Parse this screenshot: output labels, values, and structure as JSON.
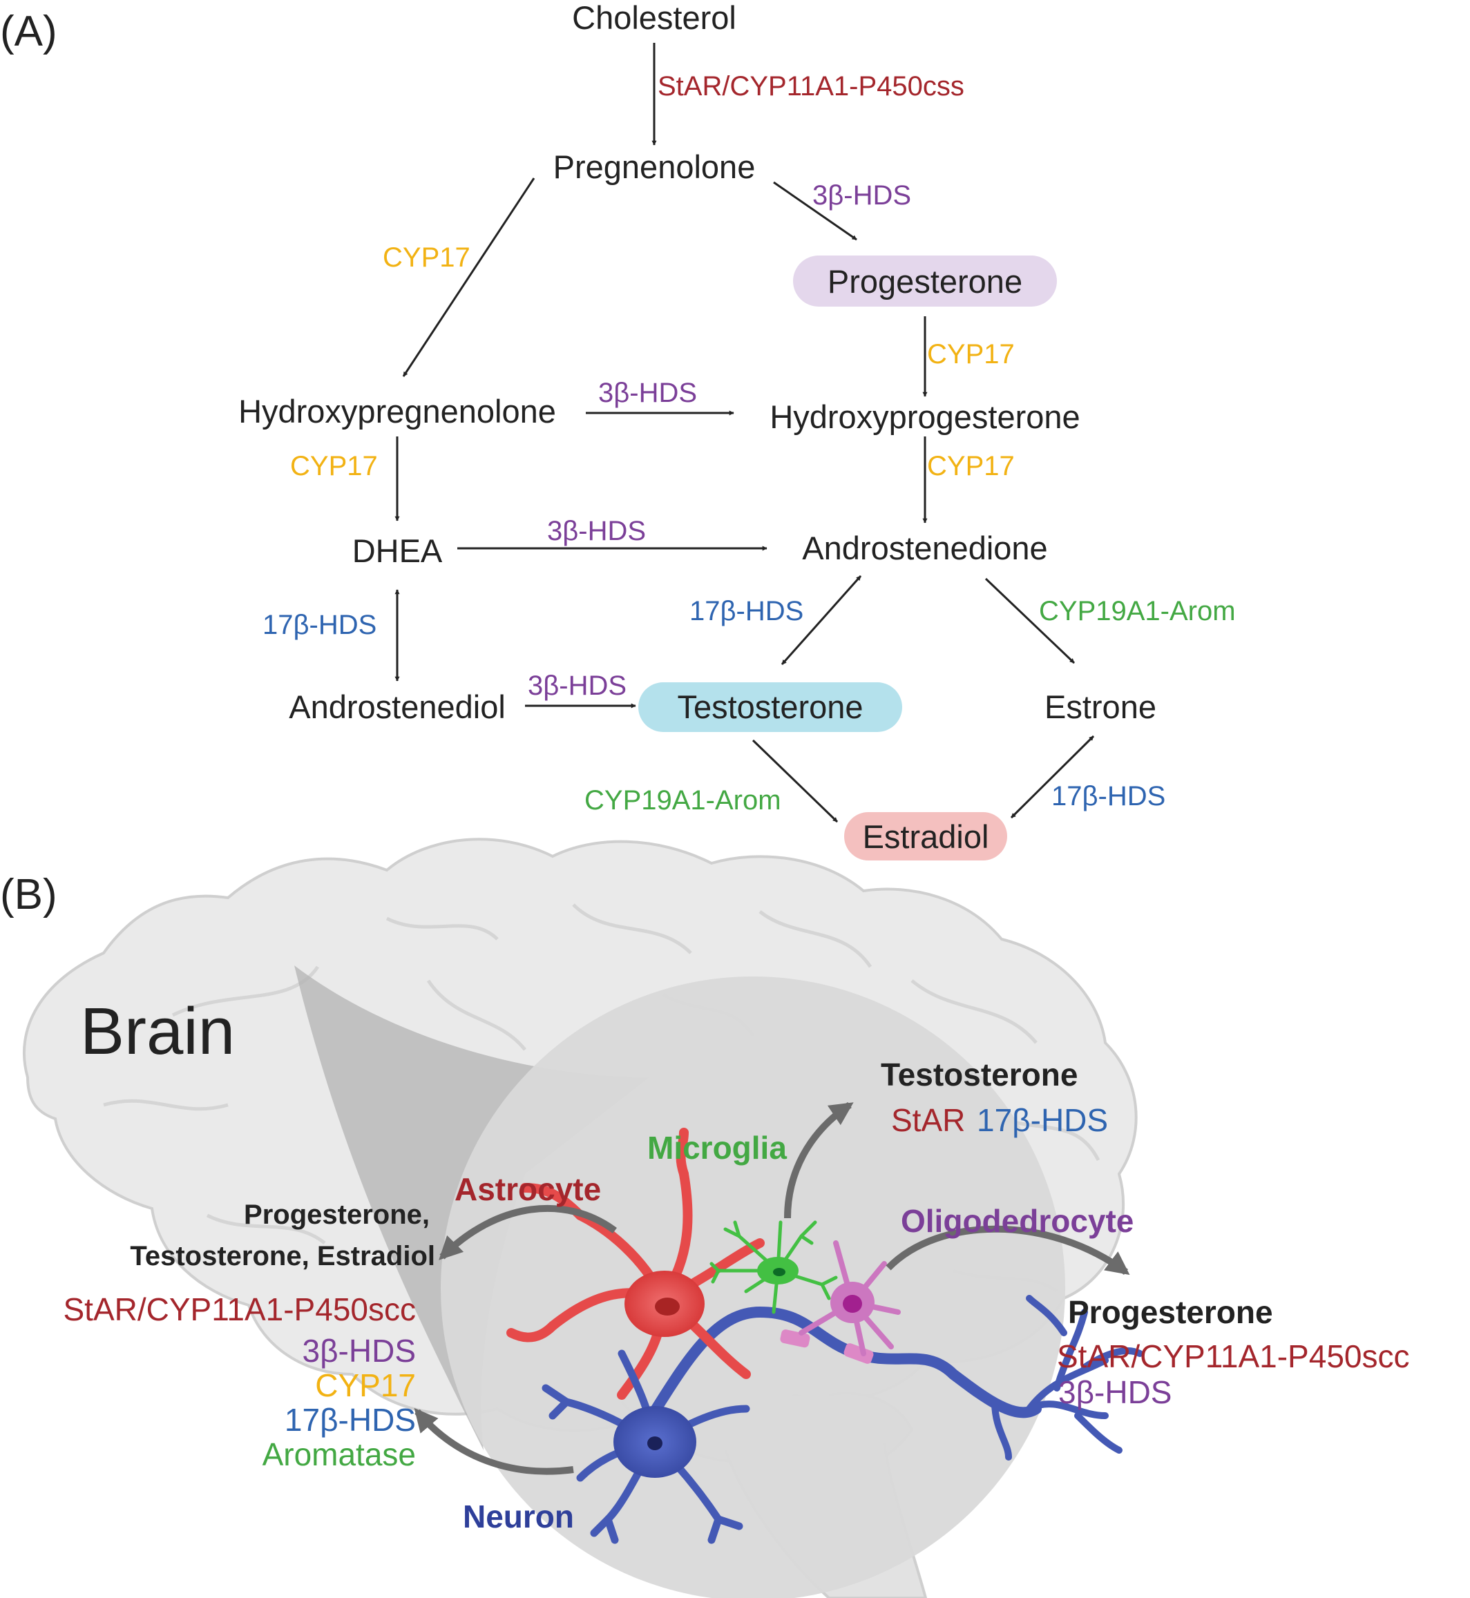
{
  "colors": {
    "text": "#222222",
    "stAR": "#a4262c",
    "hds3b": "#7b3f98",
    "cyp17": "#f2b213",
    "hds17b": "#2e64b0",
    "aromatase": "#43a843",
    "progesterone_bg": "#e4d7ec",
    "testosterone_bg": "#b4e1ec",
    "estradiol_bg": "#f4c0bf",
    "astrocyte": "#e64a4a",
    "microglia": "#43c043",
    "oligodendrocyte": "#cc77c0",
    "neuron": "#4459b5",
    "brain_fill": "#eaeaea",
    "brain_stroke": "#cfcfcf"
  },
  "panel_a": {
    "label": "(A)",
    "nodes": {
      "cholesterol": "Cholesterol",
      "pregnenolone": "Pregnenolone",
      "progesterone": "Progesterone",
      "hydroxypregnenolone": "Hydroxypregnenolone",
      "hydroxyprogesterone": "Hydroxyprogesterone",
      "dhea": "DHEA",
      "androstenedione": "Androstenedione",
      "androstenediol": "Androstenediol",
      "testosterone": "Testosterone",
      "estrone": "Estrone",
      "estradiol": "Estradiol"
    },
    "enzymes": {
      "star_p450": "StAR/CYP11A1-P450css",
      "hds3b_preg_prog": "3β-HDS",
      "cyp17_preg_hydroxypreg": "CYP17",
      "cyp17_prog_hydroxyprog": "CYP17",
      "hds3b_hydroxypreg_hydroxyprog": "3β-HDS",
      "cyp17_hydroxypreg_dhea": "CYP17",
      "cyp17_hydroxyprog_androstenedione": "CYP17",
      "hds3b_dhea_androstenedione": "3β-HDS",
      "hds17b_dhea_androstenediol": "17β-HDS",
      "hds17b_androstenedione_testosterone": "17β-HDS",
      "arom_androstenedione_estrone": "CYP19A1-Arom",
      "hds3b_androstenediol_testosterone": "3β-HDS",
      "arom_testosterone_estradiol": "CYP19A1-Arom",
      "hds17b_estrone_estradiol": "17β-HDS"
    }
  },
  "panel_b": {
    "label": "(B)",
    "brain_title": "Brain",
    "cells": {
      "astrocyte": "Astrocyte",
      "microglia": "Microglia",
      "oligodendrocyte": "Oligodedrocyte",
      "neuron": "Neuron"
    },
    "microglia_products": {
      "steroid": "Testosterone",
      "star": "StAR",
      "hds17b": "17β-HDS"
    },
    "astrocyte_products": {
      "steroids_line1": "Progesterone,",
      "steroids_line2": "Testosterone, Estradiol"
    },
    "neuron_products": {
      "star_p450": "StAR/CYP11A1-P450scc",
      "hds3b": "3β-HDS",
      "cyp17": "CYP17",
      "hds17b": "17β-HDS",
      "aromatase": "Aromatase"
    },
    "oligodendrocyte_products": {
      "steroid": "Progesterone",
      "star_p450": "StAR/CYP11A1-P450scc",
      "hds3b": "3β-HDS"
    }
  }
}
